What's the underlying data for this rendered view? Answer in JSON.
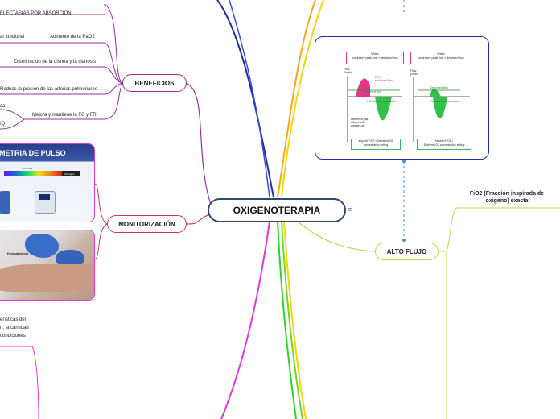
{
  "central": {
    "title": "OXIGENOTERAPIA",
    "menu_icon": "≡"
  },
  "branches": {
    "beneficios": "BENEFICIOS",
    "monitorizacion": "MONITORIZACIÓN",
    "alto_flujo": "ALTO FLUJO"
  },
  "leaves": {
    "atelectasias": "ELECTASIAS POR ABSORCIÓN",
    "func": "al funcional",
    "pao2": "Aumento de la PaO2",
    "disnea": "Disminución de la disnea y la cianosis",
    "arterias": "Reduce la presion de las arterias pulmonares",
    "ca": "ca",
    "mejora": "Mejora  y mantiene la FC y FR",
    "vq": "/Q",
    "fio2": "FiO2 (Fracción inspirada de oxigeno) exacta",
    "caracteristicas_1": "erísticas del",
    "caracteristicas_2": "n, la cantidad",
    "caracteristicas_3": "condiciones"
  },
  "oximetria": {
    "title": "METRIA DE PULSO",
    "bar_left": "Luz roja",
    "bar_right": "infrarrojos"
  },
  "photo": {
    "caption": "fisiopatología"
  },
  "flow_diagram": {
    "left_box": "When\ninspiratory peak flow > delivered flow",
    "right_box": "When\ninspiratory peak flow < delivered flow",
    "axis_label": "Flow\n(l/min)",
    "entrained": "21%\nentrained flow",
    "delivered_flow": "Delivered flow",
    "delivered_conc": "Delivered concentration",
    "gas_note": "Delivered gas\ndiluted with\nambient air",
    "left_result": "Inspired FiO2 < Delivered O2\nconcentration setting",
    "right_result": "Inspired FiO2 =\nDelivered O2 concentration setting"
  },
  "colors": {
    "beneficios": "#9c2d96",
    "monitorizacion": "#c8376b",
    "alto_flujo": "#b7d94a",
    "central": "#2e4a6b",
    "image_border": "#1f2f99",
    "orange": "#f5a623",
    "yellow": "#f0d800",
    "green": "#2fd12f",
    "magenta": "#d63bd6",
    "dashed": "#4a90d9"
  }
}
